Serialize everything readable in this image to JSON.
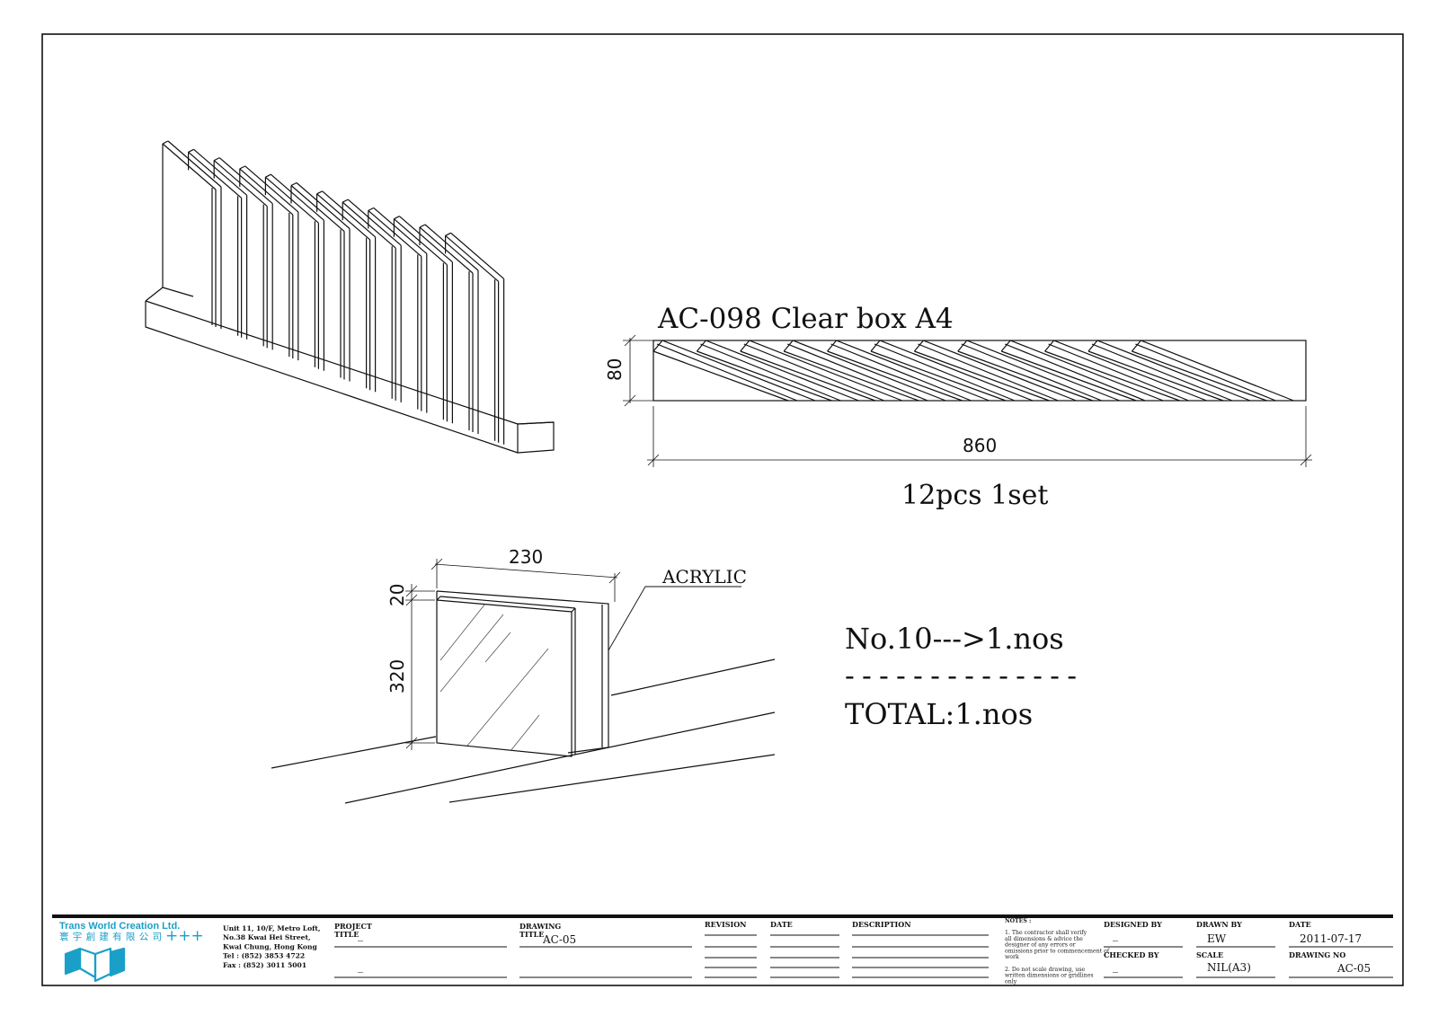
{
  "drawing": {
    "main_title": "AC-098 Clear box A4",
    "dim_height": "80",
    "dim_length": "860",
    "set_note": "12pcs 1set",
    "detail_width": "230",
    "detail_thickness": "20",
    "detail_height": "320",
    "material_label": "ACRYLIC",
    "quantity_line": "No.10--->1.nos",
    "separator": "--------------",
    "total_line": "TOTAL:1.nos"
  },
  "title_block": {
    "company_name": "Trans World Creation Ltd.",
    "company_name_cn": "寰宇創建有限公司",
    "company_plus": "+++",
    "address": [
      "Unit 11, 10/F, Metro Loft,",
      "No.38 Kwai Hei Street,",
      "Kwai Chung,  Hong Kong",
      "Tel : (852) 3853 4722",
      "Fax : (852) 3011 5001"
    ],
    "project_title_label_1": "PROJECT",
    "project_title_label_2": "TITLE",
    "project_title_value_1": "_",
    "project_title_value_2": "_",
    "drawing_title_label_1": "DRAWING",
    "drawing_title_label_2": "TITLE",
    "drawing_title_value": "AC-05",
    "revision_label": "REVISION",
    "date_col_label": "DATE",
    "description_label": "DESCRIPTION",
    "notes_label": "NOTES :",
    "notes": [
      "1. The contractor shall verify",
      "all dimensions & advice the",
      "designer of any errors or",
      "omissions prior to commencement of",
      "work",
      "",
      "2. Do not scale drawing, use",
      "written dimensions or gridlines",
      "only"
    ],
    "designed_by_label": "DESIGNED BY",
    "designed_by_value": "_",
    "checked_by_label": "CHECKED BY",
    "checked_by_value": "_",
    "drawn_by_label": "DRAWN BY",
    "drawn_by_value": "EW",
    "scale_label": "SCALE",
    "scale_value": "NIL(A3)",
    "date_label": "DATE",
    "date_value": "2011-07-17",
    "drawing_no_label": "DRAWING NO",
    "drawing_no_value": "AC-05"
  },
  "colors": {
    "line": "#111111",
    "brand_blue": "#1aa0c8"
  }
}
